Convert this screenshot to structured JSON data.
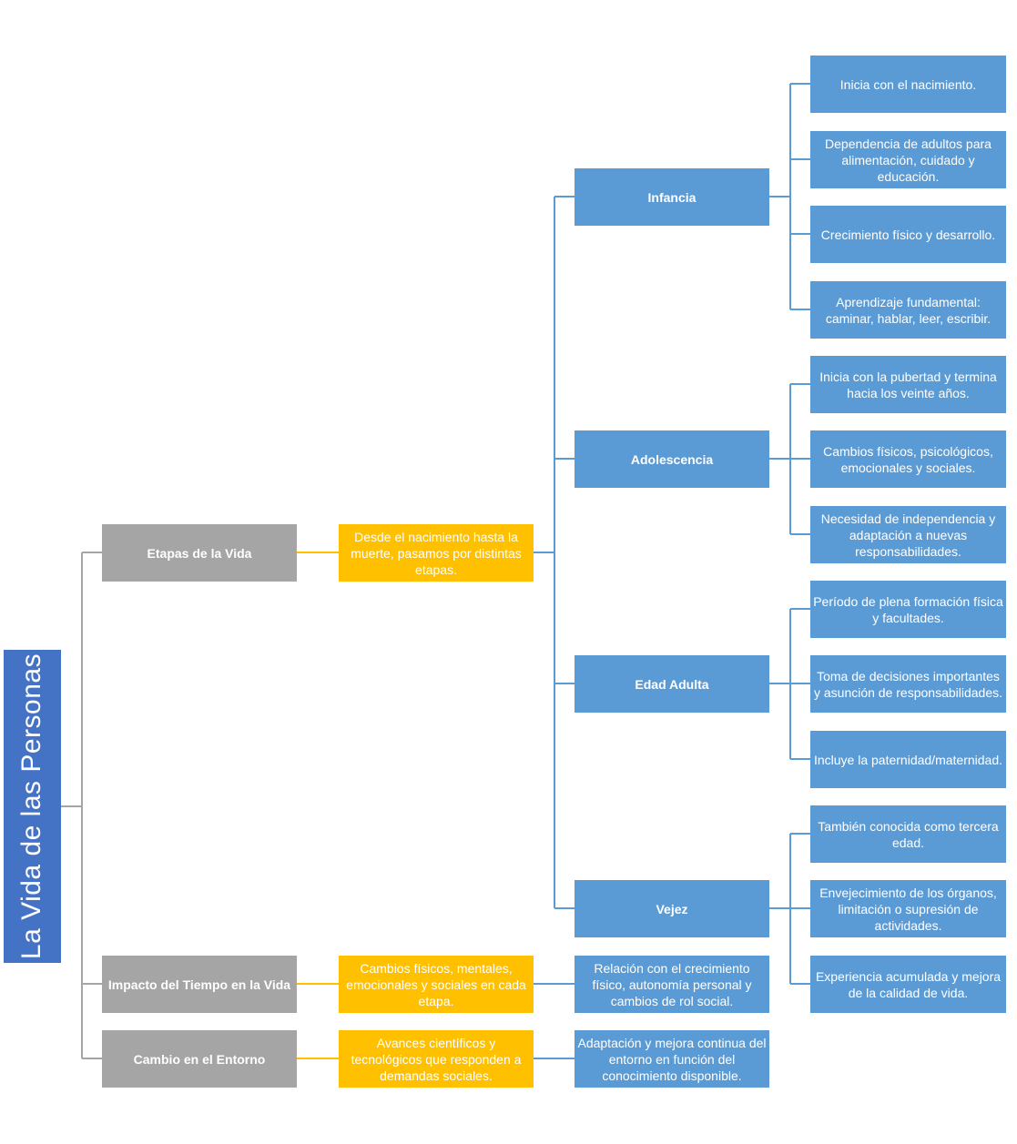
{
  "title": "La Vida de las Personas",
  "branches": [
    {
      "label": "Etapas de la Vida",
      "description": "Desde el nacimiento hasta la muerte, pasamos por distintas etapas."
    },
    {
      "label": "Impacto del Tiempo en la Vida",
      "description": "Cambios físicos, mentales, emocionales y sociales en cada etapa.",
      "detail": "Relación con el crecimiento físico, autonomía personal y cambios de rol social."
    },
    {
      "label": "Cambio en el Entorno",
      "description": "Avances científicos y tecnológicos que responden a demandas sociales.",
      "detail": "Adaptación y mejora continua del entorno en función del conocimiento disponible."
    }
  ],
  "stages": [
    {
      "label": "Infancia",
      "items": [
        "Inicia con el nacimiento.",
        "Dependencia de adultos para alimentación, cuidado y educación.",
        "Crecimiento físico y desarrollo.",
        "Aprendizaje fundamental: caminar, hablar, leer, escribir."
      ]
    },
    {
      "label": "Adolescencia",
      "items": [
        "Inicia con la pubertad y termina hacia los veinte años.",
        "Cambios físicos, psicológicos, emocionales y sociales.",
        "Necesidad de independencia y adaptación a nuevas responsabilidades."
      ]
    },
    {
      "label": "Edad Adulta",
      "items": [
        "Período de plena formación física y facultades.",
        "Toma de decisiones importantes y asunción de responsabilidades.",
        "Incluye la paternidad/maternidad."
      ]
    },
    {
      "label": "Vejez",
      "items": [
        "También conocida como tercera edad.",
        "Envejecimiento de los órganos, limitación o supresión de actividades.",
        "Experiencia acumulada y mejora de la calidad de vida."
      ]
    }
  ],
  "colors": {
    "root": "#4472c4",
    "branch": "#a5a5a5",
    "description": "#ffc000",
    "stage": "#5b9bd5",
    "connector_gray": "#a5a5a5",
    "connector_gold": "#ffc000",
    "connector_blue": "#5b9bd5"
  }
}
